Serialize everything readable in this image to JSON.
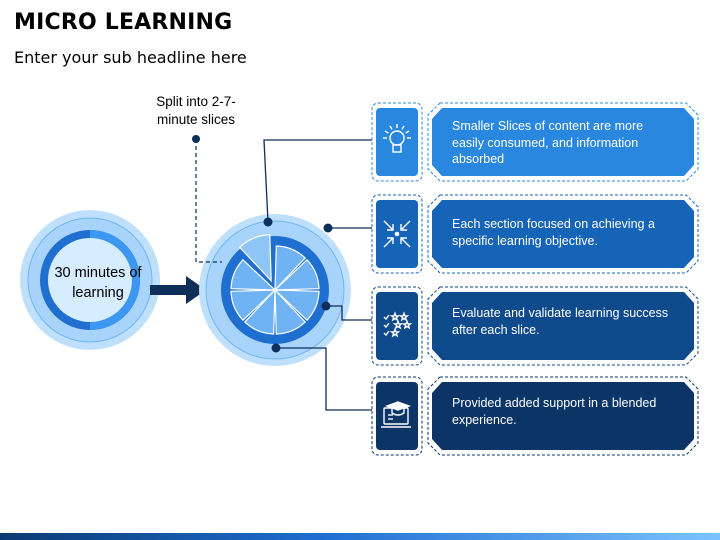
{
  "header": {
    "title": "MICRO LEARNING",
    "subtitle": "Enter your sub headline here"
  },
  "diagram": {
    "split_label": "Split into 2-7- minute slices",
    "center_label": "30 minutes of learning",
    "cards": [
      {
        "text": "Smaller Slices of content are more easily consumed, and information absorbed",
        "icon": "lightbulb-icon",
        "color": "#2a87e0"
      },
      {
        "text": "Each section focused on achieving a specific learning objective.",
        "icon": "focus-arrows-icon",
        "color": "#1664b8"
      },
      {
        "text": "Evaluate and validate learning success after each slice.",
        "icon": "checklist-stars-icon",
        "color": "#0f4a8c"
      },
      {
        "text": "Provided added support in a blended experience.",
        "icon": "online-graduation-icon",
        "color": "#0a3566"
      }
    ]
  },
  "colors": {
    "light_blue": "#a8d4fb",
    "mid_blue": "#3b97ef",
    "dark_navy": "#0d2f5a",
    "white": "#ffffff"
  }
}
